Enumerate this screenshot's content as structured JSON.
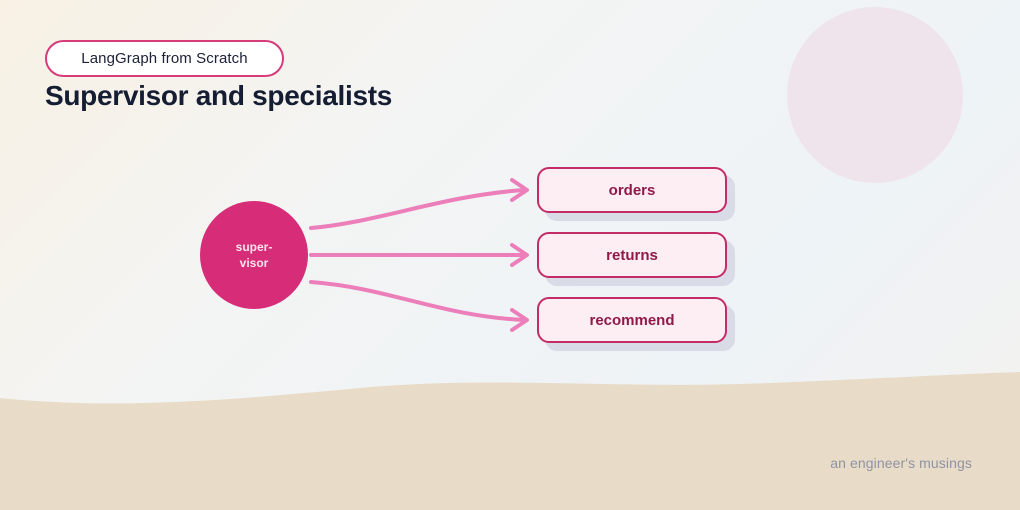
{
  "header": {
    "series_label": "LangGraph from Scratch",
    "title": "Supervisor and specialists"
  },
  "diagram": {
    "supervisor": {
      "label_line1": "super-",
      "label_line2": "visor"
    },
    "specialists": [
      {
        "label": "orders"
      },
      {
        "label": "returns"
      },
      {
        "label": "recommend"
      }
    ]
  },
  "footer": {
    "text": "an engineer's musings"
  },
  "colors": {
    "accent": "#d72c77",
    "arrow": "#ec7fba",
    "node_fill": "#fdeef4",
    "node_border": "#c42c68",
    "node_text": "#8f1a49",
    "title_text": "#151d33",
    "sand": "#e8dcc8",
    "decor_circle": "#efe3ec"
  }
}
